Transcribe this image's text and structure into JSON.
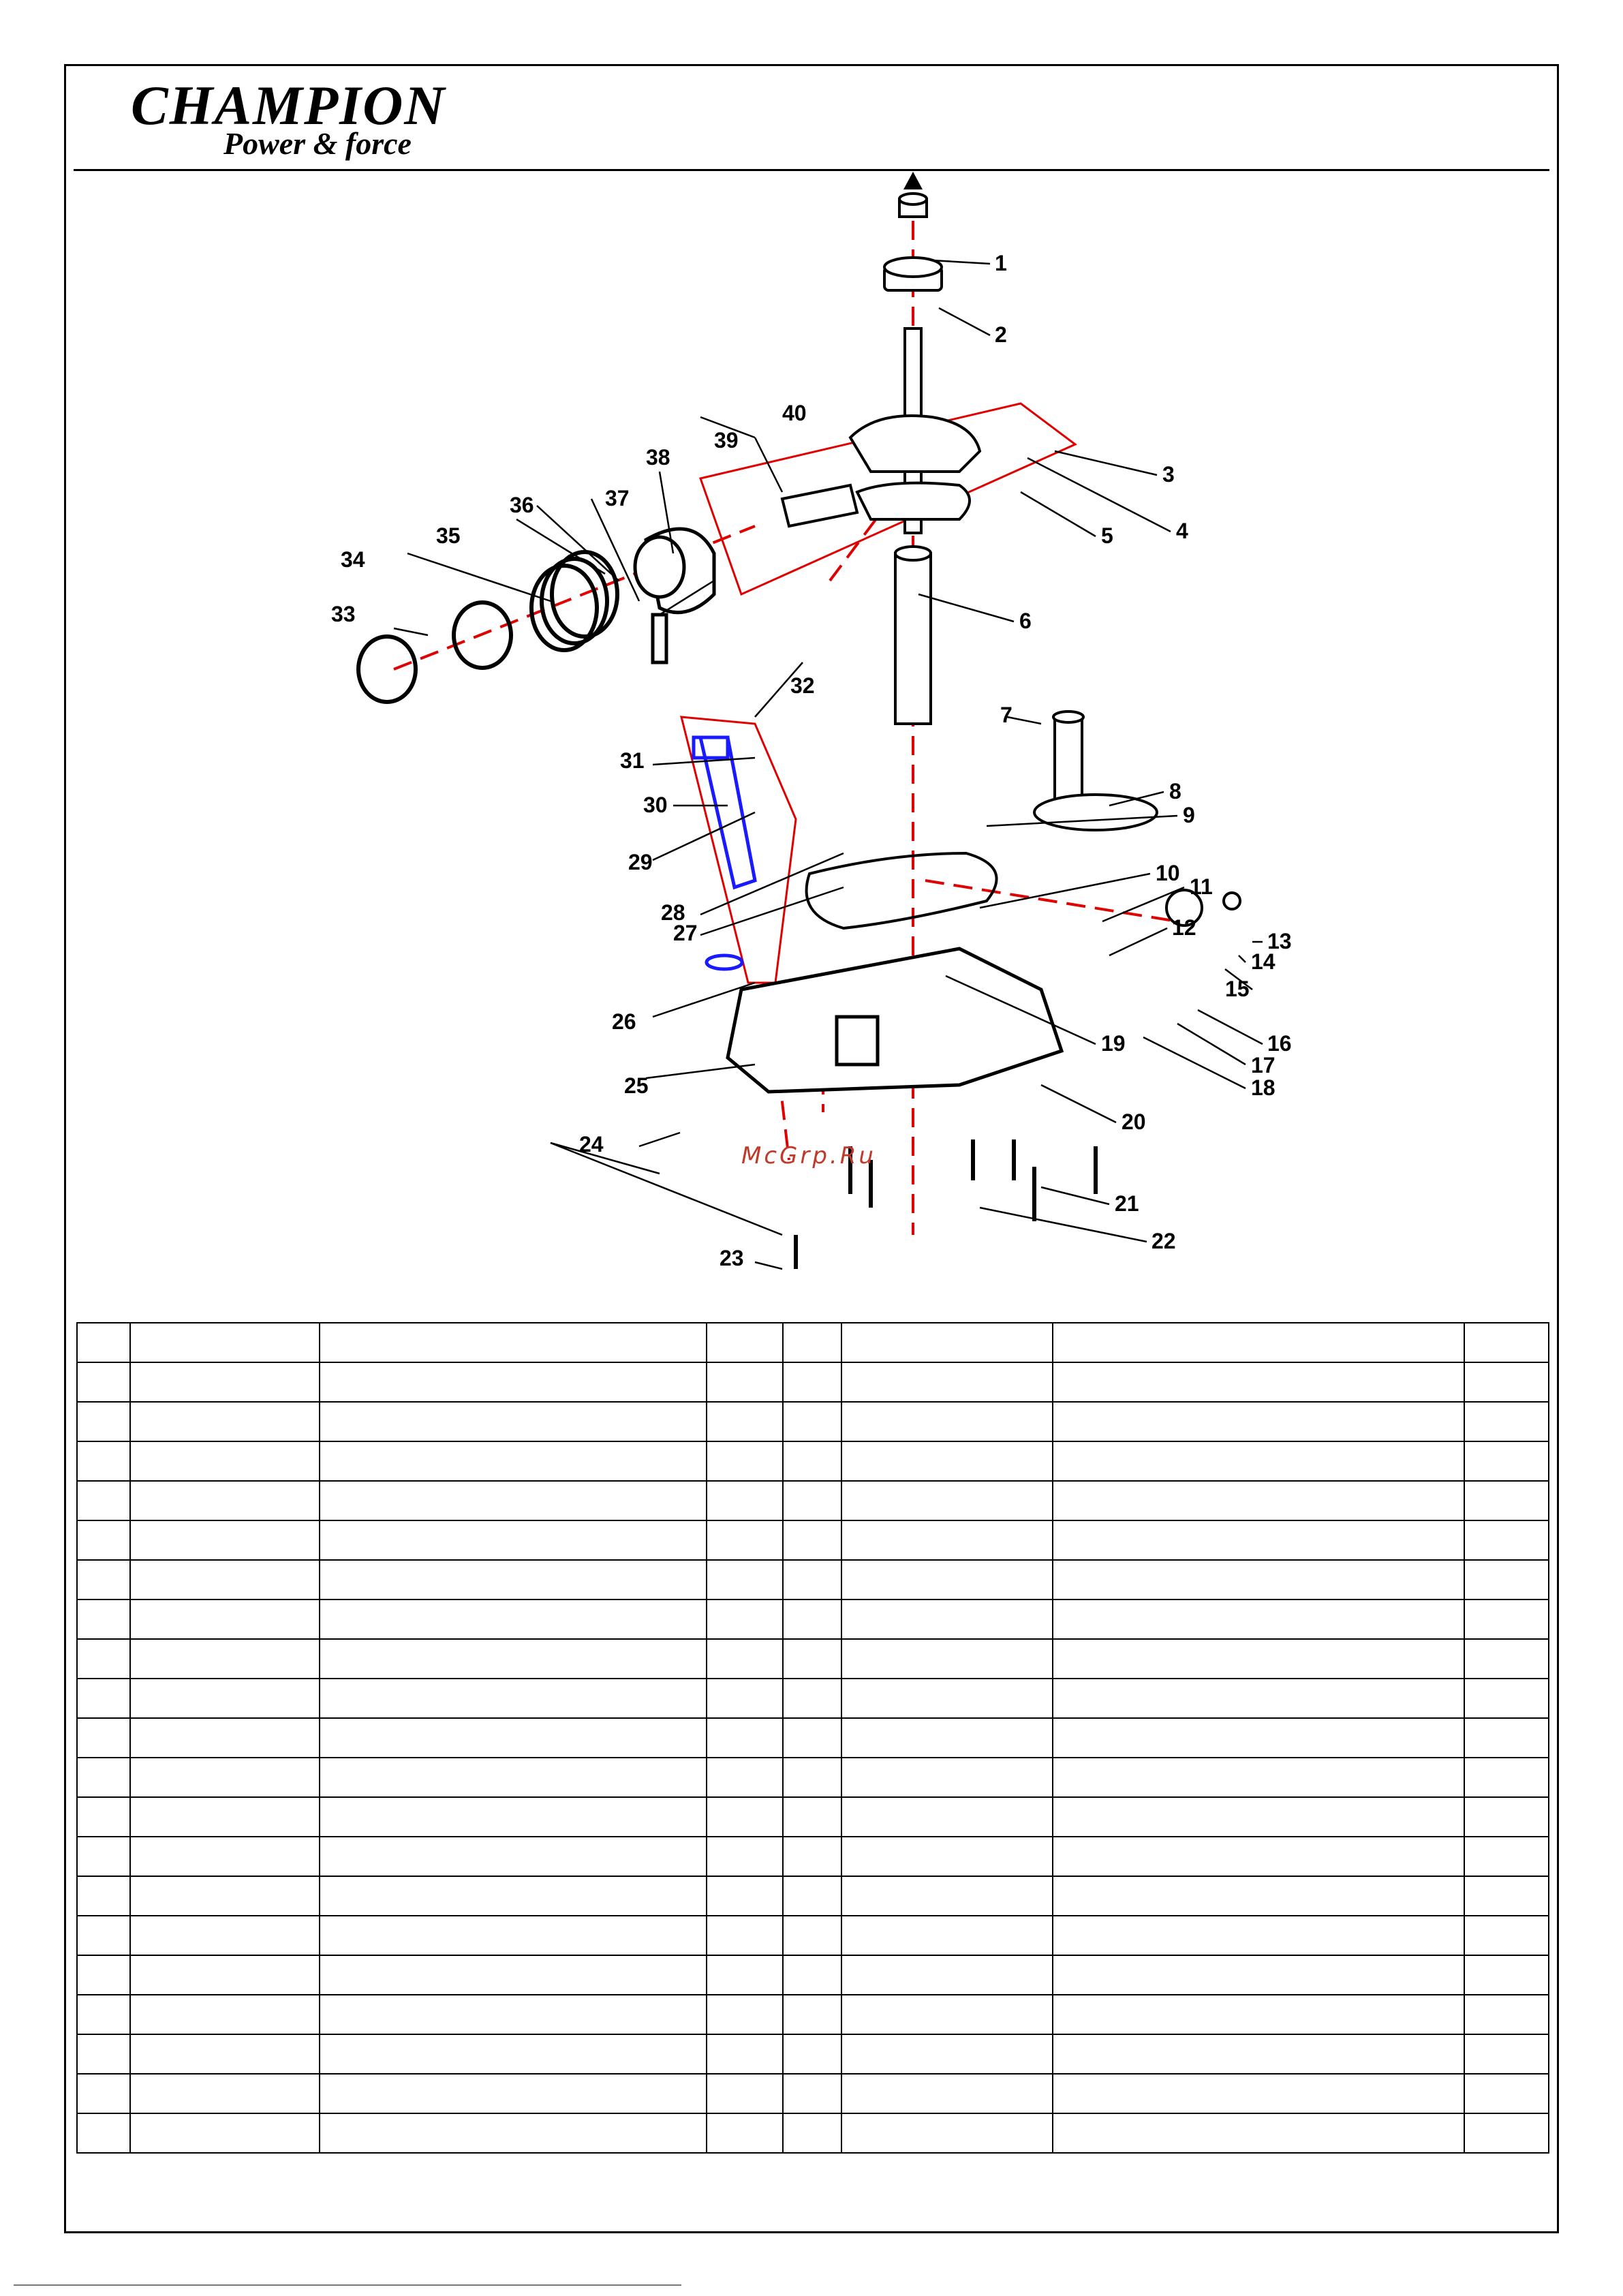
{
  "header": {
    "brand": "CHAMPION",
    "tagline": "Power & force"
  },
  "diagram": {
    "callouts": [
      "1",
      "2",
      "3",
      "4",
      "5",
      "6",
      "7",
      "8",
      "9",
      "10",
      "11",
      "12",
      "13",
      "14",
      "15",
      "16",
      "17",
      "18",
      "19",
      "20",
      "21",
      "22",
      "23",
      "24",
      "25",
      "26",
      "27",
      "28",
      "29",
      "30",
      "31",
      "32",
      "33",
      "34",
      "35",
      "36",
      "37",
      "38",
      "39",
      "40"
    ],
    "watermark": "McGrp.Ru",
    "colors": {
      "axis": "#e00000",
      "highlight": "#1a1aff",
      "ink": "#000000"
    }
  },
  "parts_table": {
    "columns": 8,
    "rows": 21,
    "cells": []
  }
}
